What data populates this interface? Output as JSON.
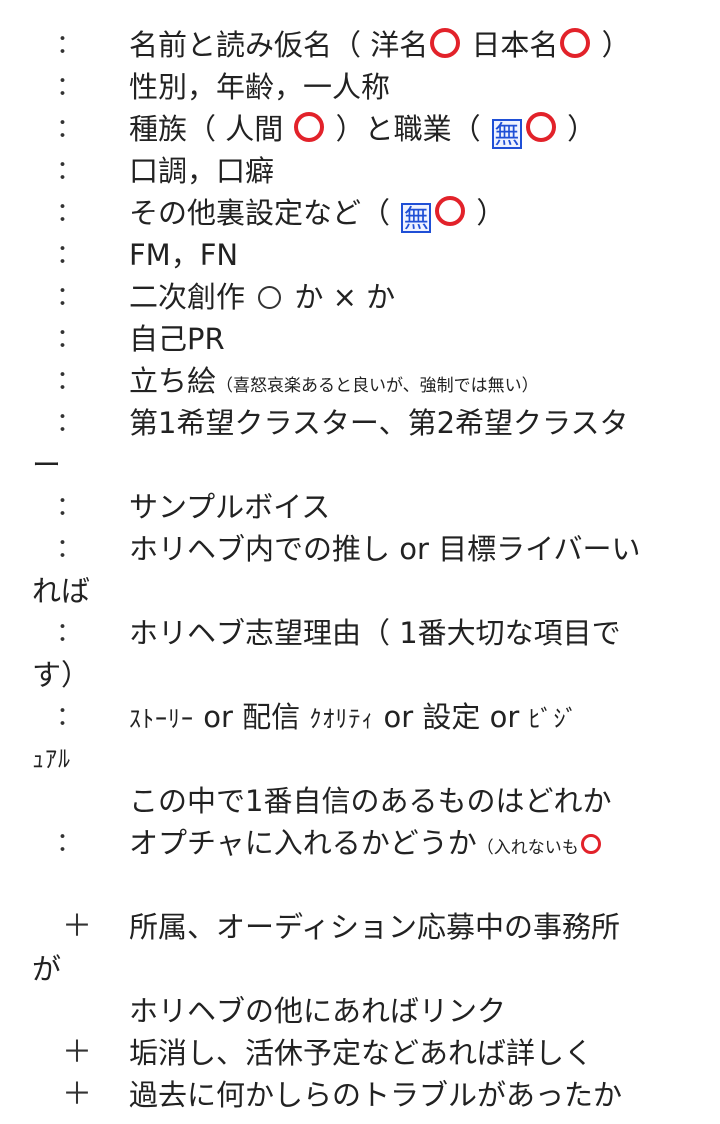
{
  "markers": {
    "colon": "：",
    "plus": "＋"
  },
  "rows": {
    "r1": {
      "a": "名前と読み仮名（ 洋名",
      "b": " 日本名",
      "c": " ）"
    },
    "r2": {
      "a": "性別，年齢，一人称"
    },
    "r3": {
      "a": "種族（ 人間 ",
      "b": " ）と職業（ ",
      "box": "無",
      "c": " ）"
    },
    "r4": {
      "a": "口調，口癖"
    },
    "r5": {
      "a": "その他裏設定など（ ",
      "box": "無",
      "b": " ）"
    },
    "r6": {
      "a": "FM，FN"
    },
    "r7": {
      "a": "二次創作 ",
      "b": " か × か"
    },
    "r8": {
      "a": "自己PR"
    },
    "r9": {
      "a": "立ち絵",
      "small": "（喜怒哀楽あると良いが、強制では無い）"
    },
    "r10": {
      "a": "第1希望クラスター、第2希望クラスタ",
      "cont": "ー"
    },
    "r11": {
      "a": "サンプルボイス"
    },
    "r12": {
      "a": "ホリヘブ内での推し or 目標ライバーい",
      "cont": "れば"
    },
    "r13": {
      "a": "ホリヘブ志望理由（ 1番大切な項目で",
      "cont": "す）"
    },
    "r14": {
      "a1": "ｽﾄｰﾘｰ",
      "a2": " or 配信 ",
      "a3": "ｸｵﾘﾃｨ",
      "a4": " or 設定 or ",
      "a5": "ﾋﾞｼﾞ",
      "cont": "ｭｱﾙ"
    },
    "r15": {
      "a": "この中で1番自信のあるものはどれか"
    },
    "r16": {
      "a": "オプチャに入れるかどうか",
      "small": "（入れないも"
    },
    "r17": {
      "a": "所属、オーディション応募中の事務所",
      "cont": "が"
    },
    "r18": {
      "a": "ホリヘブの他にあればリンク"
    },
    "r19": {
      "a": "垢消し、活休予定などあれば詳しく"
    },
    "r20": {
      "a": "過去に何かしらのトラブルがあったか"
    }
  },
  "colors": {
    "accent_red": "#e2222a",
    "accent_blue": "#1f4fd6",
    "text": "#222222"
  }
}
